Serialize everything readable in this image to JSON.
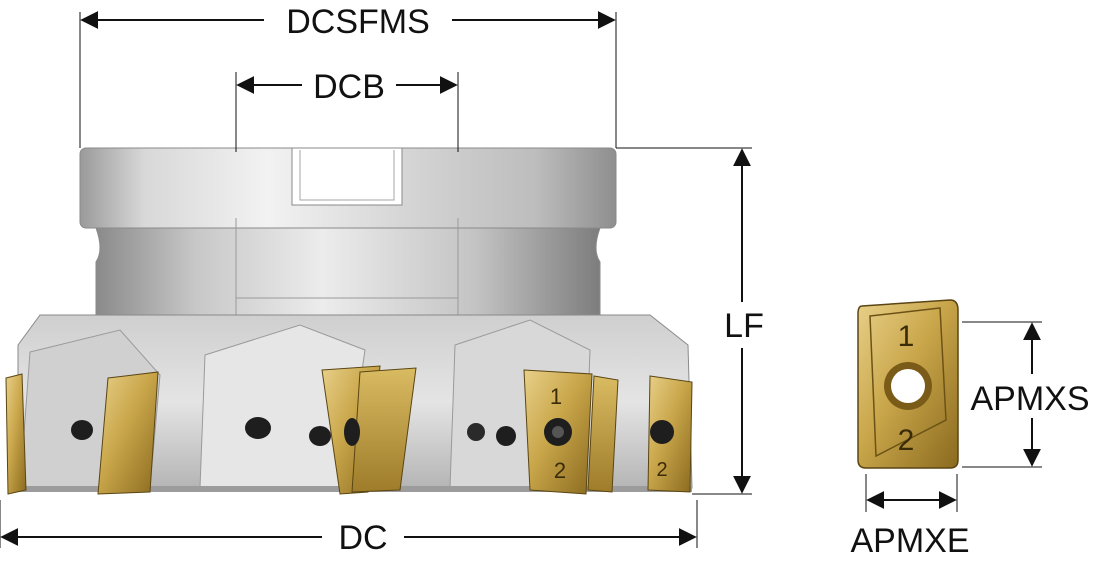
{
  "dimensions": {
    "dcsfms": "DCSFMS",
    "dcb": "DCB",
    "lf": "LF",
    "dc": "DC",
    "apmxs": "APMXS",
    "apmxe": "APMXE"
  },
  "insert_markings": {
    "edge_1": "1",
    "edge_2": "2"
  },
  "colors": {
    "body_light": "#e6e6e6",
    "body_mid": "#b9b9b9",
    "body_dark": "#8c8c8c",
    "insert_gold": "#c9a64a",
    "insert_gold_dark": "#8a6a1f",
    "dimension_line": "#111111"
  }
}
